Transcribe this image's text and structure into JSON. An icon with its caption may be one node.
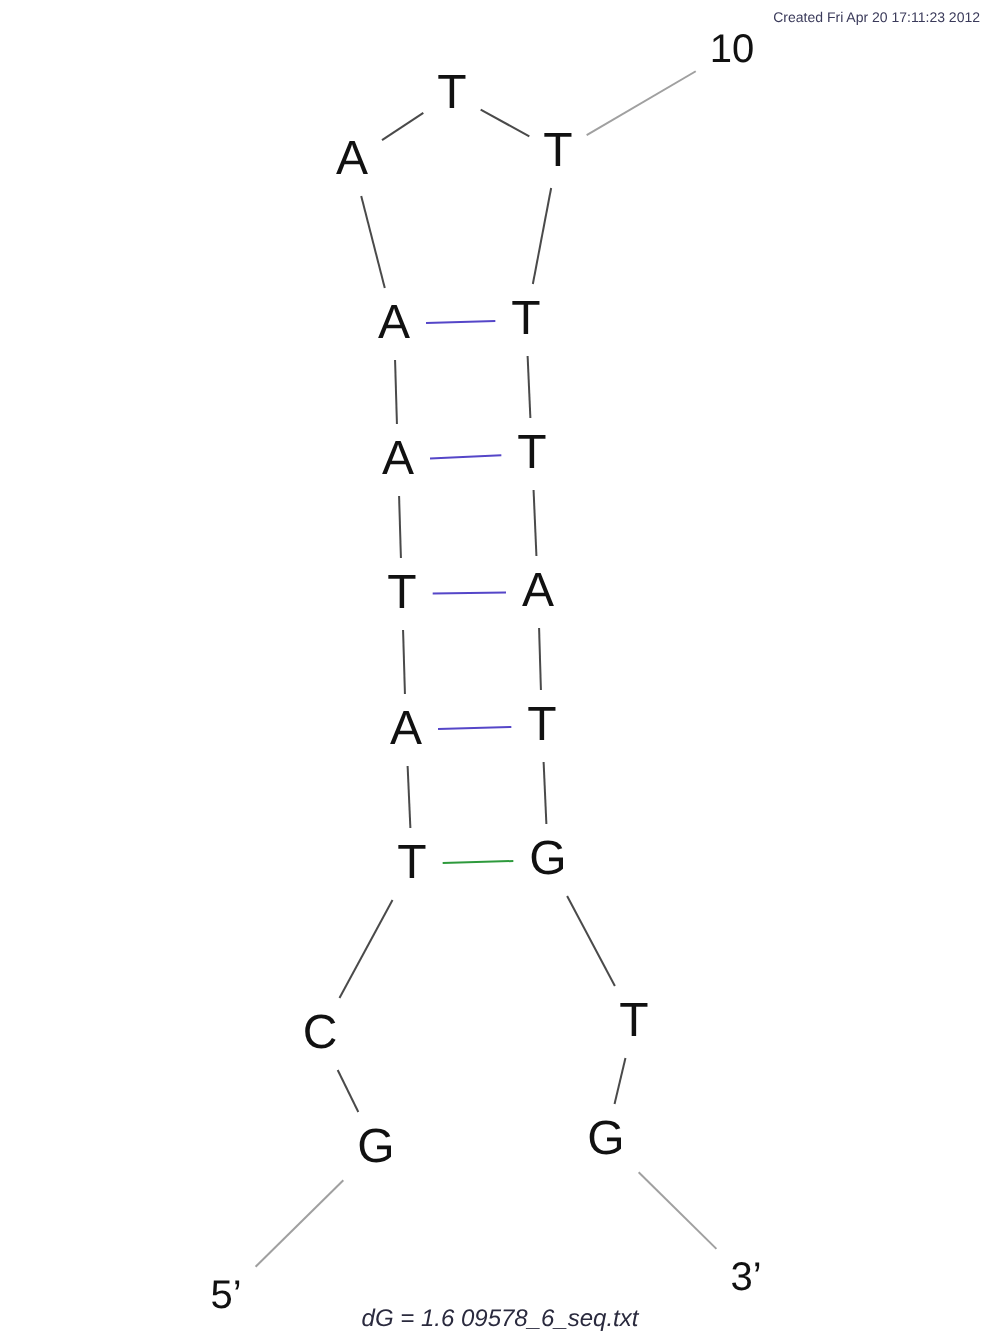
{
  "diagram": {
    "caption": "dG = 1.6 09578_6_seq.txt",
    "nodes": [
      {
        "text": [
          "5’"
        ]
      },
      {
        "text": [
          "G"
        ]
      },
      {
        "text": [
          "C"
        ]
      },
      {
        "text": [
          "T"
        ]
      },
      {
        "text": [
          "A"
        ]
      },
      {
        "text": [
          "T"
        ]
      },
      {
        "text": [
          "A"
        ]
      },
      {
        "text": [
          "A"
        ]
      },
      {
        "text": [
          "A"
        ]
      },
      {
        "text": [
          "T"
        ]
      },
      {
        "text": [
          "T"
        ]
      },
      {
        "text": [
          "T"
        ]
      },
      {
        "text": [
          "T"
        ]
      },
      {
        "text": [
          "A"
        ]
      },
      {
        "text": [
          "T"
        ]
      },
      {
        "text": [
          "G"
        ]
      },
      {
        "text": [
          "T"
        ]
      },
      {
        "text": [
          "G"
        ]
      },
      {
        "text": [
          "3’"
        ]
      },
      {
        "text": [
          "10"
        ]
      }
    ],
    "edges": [
      {
        "from": 0,
        "to": 1,
        "arrow": "none",
        "color": "#a0a0a0"
      },
      {
        "from": 1,
        "to": 2,
        "arrow": "none"
      },
      {
        "from": 2,
        "to": 3,
        "arrow": "none"
      },
      {
        "from": 3,
        "to": 4,
        "arrow": "none"
      },
      {
        "from": 4,
        "to": 5,
        "arrow": "none"
      },
      {
        "from": 5,
        "to": 6,
        "arrow": "none"
      },
      {
        "from": 6,
        "to": 7,
        "arrow": "none"
      },
      {
        "from": 7,
        "to": 8,
        "arrow": "none"
      },
      {
        "from": 8,
        "to": 9,
        "arrow": "none"
      },
      {
        "from": 9,
        "to": 10,
        "arrow": "none"
      },
      {
        "from": 10,
        "to": 11,
        "arrow": "none"
      },
      {
        "from": 11,
        "to": 12,
        "arrow": "none"
      },
      {
        "from": 12,
        "to": 13,
        "arrow": "none"
      },
      {
        "from": 13,
        "to": 14,
        "arrow": "none"
      },
      {
        "from": 14,
        "to": 15,
        "arrow": "none"
      },
      {
        "from": 15,
        "to": 16,
        "arrow": "none"
      },
      {
        "from": 16,
        "to": 17,
        "arrow": "none"
      },
      {
        "from": 17,
        "to": 18,
        "arrow": "none",
        "color": "#a0a0a0"
      },
      {
        "from": 19,
        "to": 10,
        "arrow": "none",
        "color": "#a0a0a0"
      },
      {
        "from": 7,
        "to": 11,
        "arrow": "none",
        "color": "#5546c8"
      },
      {
        "from": 6,
        "to": 12,
        "arrow": "none",
        "color": "#5546c8"
      },
      {
        "from": 5,
        "to": 13,
        "arrow": "none",
        "color": "#5546c8"
      },
      {
        "from": 4,
        "to": 14,
        "arrow": "none",
        "color": "#5546c8"
      },
      {
        "from": 3,
        "to": 15,
        "arrow": "none",
        "color": "#2e9a3c"
      }
    ],
    "labels": [
      "Created Fri Apr 20 17:11:23 2012"
    ]
  }
}
